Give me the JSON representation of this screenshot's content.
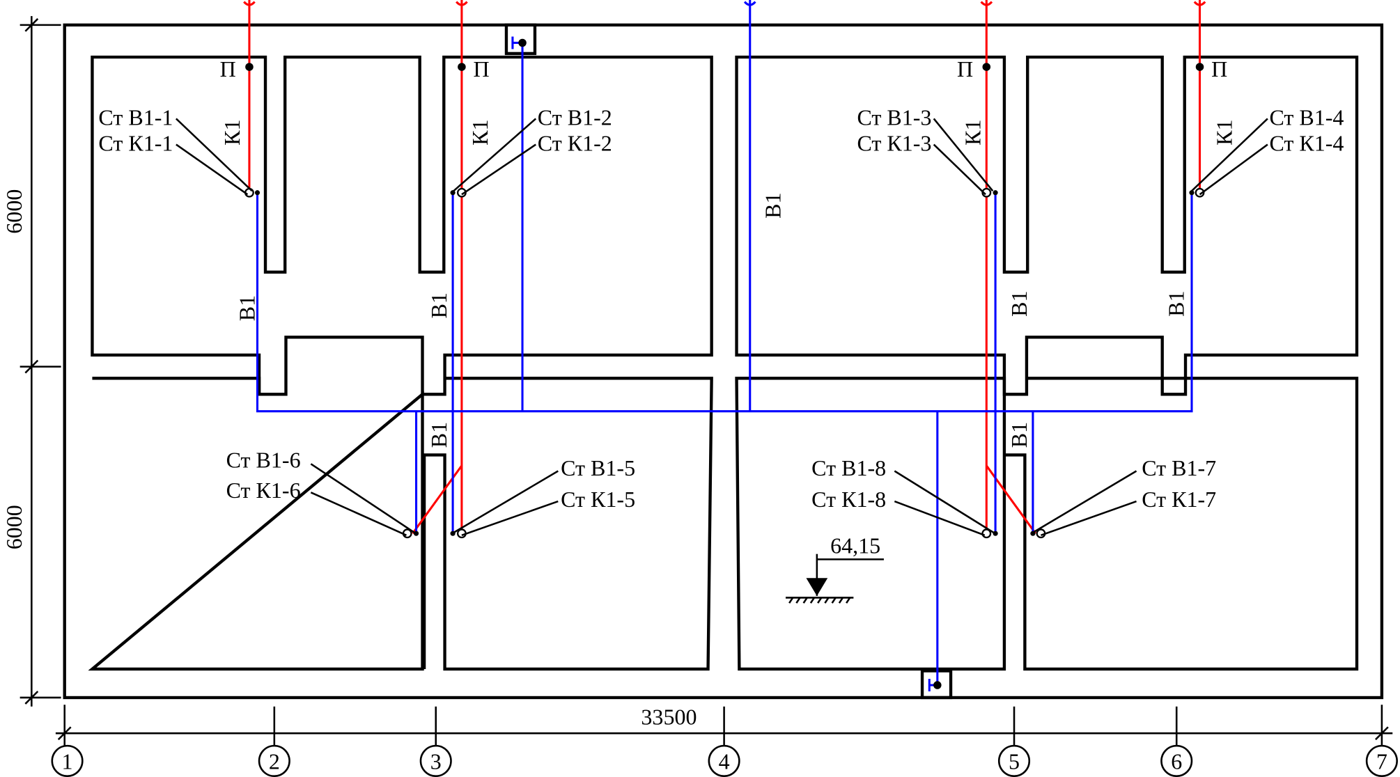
{
  "labels": {
    "p": "П",
    "k1": "К1",
    "v1": "В1",
    "st_v1_1": "Ст В1-1",
    "st_k1_1": "Ст К1-1",
    "st_v1_2": "Ст В1-2",
    "st_k1_2": "Ст К1-2",
    "st_v1_3": "Ст В1-3",
    "st_k1_3": "Ст К1-3",
    "st_v1_4": "Ст В1-4",
    "st_k1_4": "Ст К1-4",
    "st_v1_5": "Ст В1-5",
    "st_k1_5": "Ст К1-5",
    "st_v1_6": "Ст В1-6",
    "st_k1_6": "Ст К1-6",
    "st_v1_7": "Ст В1-7",
    "st_k1_7": "Ст К1-7",
    "st_v1_8": "Ст В1-8",
    "st_k1_8": "Ст К1-8"
  },
  "dimensions": {
    "total_length": "33500",
    "bay_top": "6000",
    "bay_bottom": "6000"
  },
  "level_mark": "64,15",
  "axes": [
    "1",
    "2",
    "3",
    "4",
    "5",
    "6",
    "7"
  ],
  "colors": {
    "sewer_k1": "#ff0000",
    "water_v1": "#0000ff",
    "walls": "#000000"
  }
}
